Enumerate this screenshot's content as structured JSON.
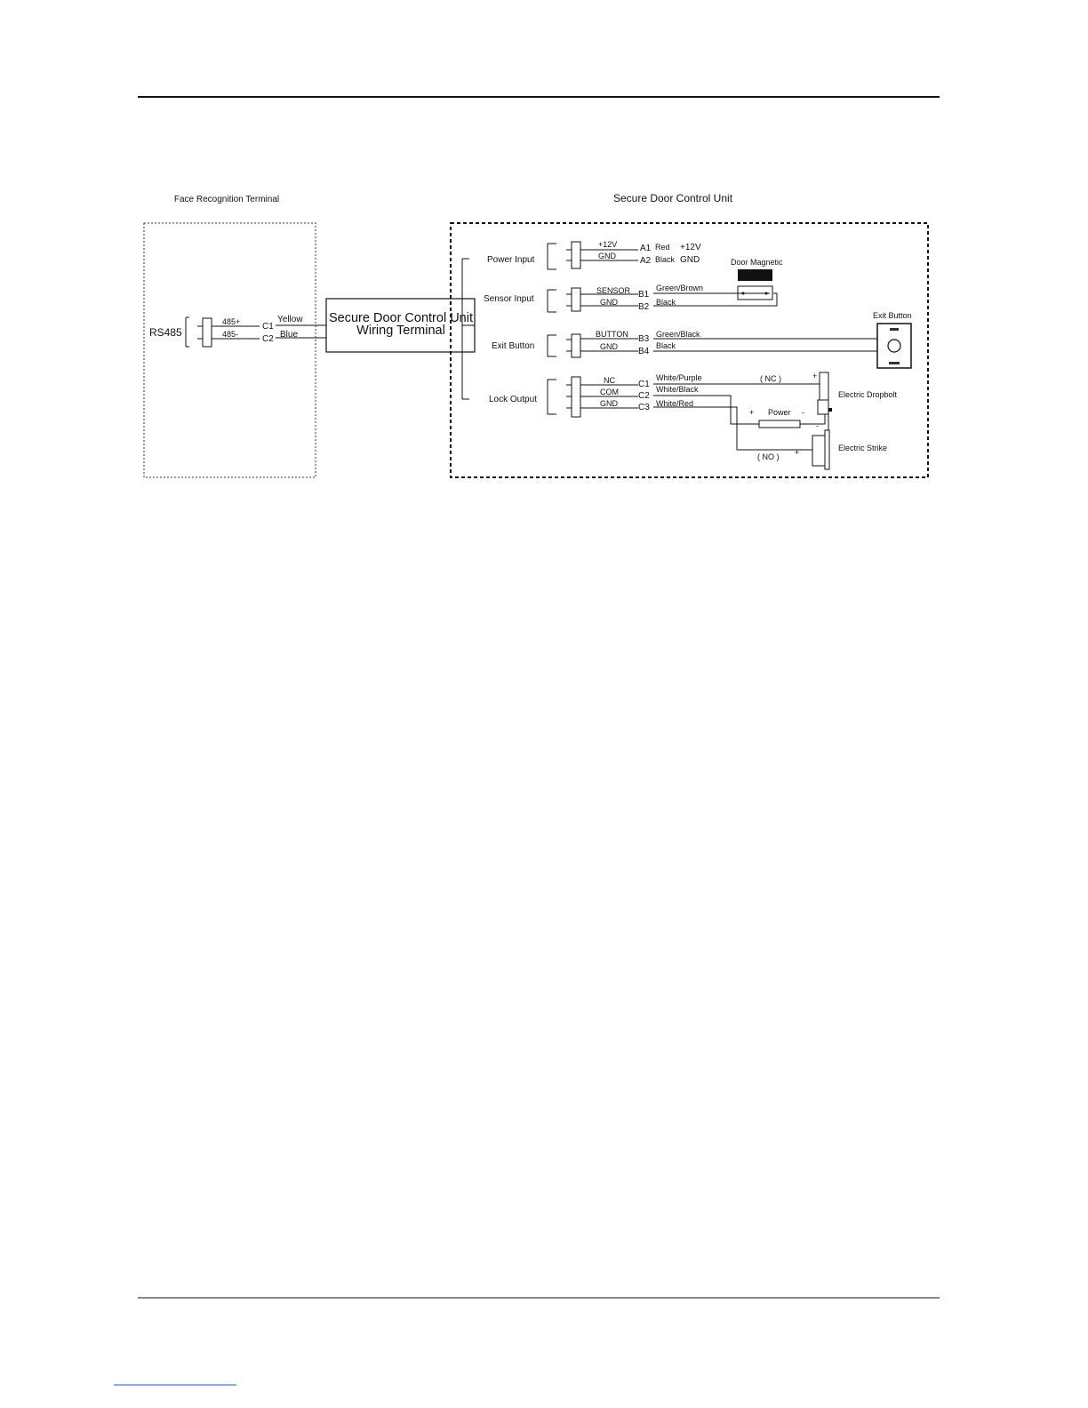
{
  "left_panel": {
    "title": "Face Recognition Terminal",
    "rs485": "RS485",
    "pin1": "485+",
    "pin2": "485-",
    "term1": "C1",
    "term2": "C2",
    "wire1": "Yellow",
    "wire2": "Blue"
  },
  "center_box": {
    "line1": "Secure Door Control Unit",
    "line2": "Wiring Terminal"
  },
  "right_panel": {
    "title": "Secure Door Control Unit",
    "power_input": {
      "label": "Power Input",
      "pin1": "+12V",
      "pin2": "GND",
      "term1": "A1",
      "term2": "A2",
      "wire1": "Red",
      "wire2": "Black",
      "sig1": "+12V",
      "sig2": "GND"
    },
    "sensor_input": {
      "label": "Sensor Input",
      "pin1": "SENSOR",
      "pin2": "GND",
      "term1": "B1",
      "term2": "B2",
      "wire1": "Green/Brown",
      "wire2": "Black",
      "device": "Door Magnetic"
    },
    "exit_button": {
      "label": "Exit Button",
      "pin1": "BUTTON",
      "pin2": "GND",
      "term1": "B3",
      "term2": "B4",
      "wire1": "Green/Black",
      "wire2": "Black",
      "device": "Exit Button"
    },
    "lock_output": {
      "label": "Lock Output",
      "pin1": "NC",
      "pin2": "COM",
      "pin3": "GND",
      "term1": "C1",
      "term2": "C2",
      "term3": "C3",
      "wire1": "White/Purple",
      "wire2": "White/Black",
      "wire3": "White/Red",
      "nc": "(  NC  )",
      "no": "(  NO  )",
      "power": "Power",
      "plus": "+",
      "minus": "-",
      "dropbolt": "Electric Dropbolt",
      "strike": "Electric Strike"
    }
  }
}
